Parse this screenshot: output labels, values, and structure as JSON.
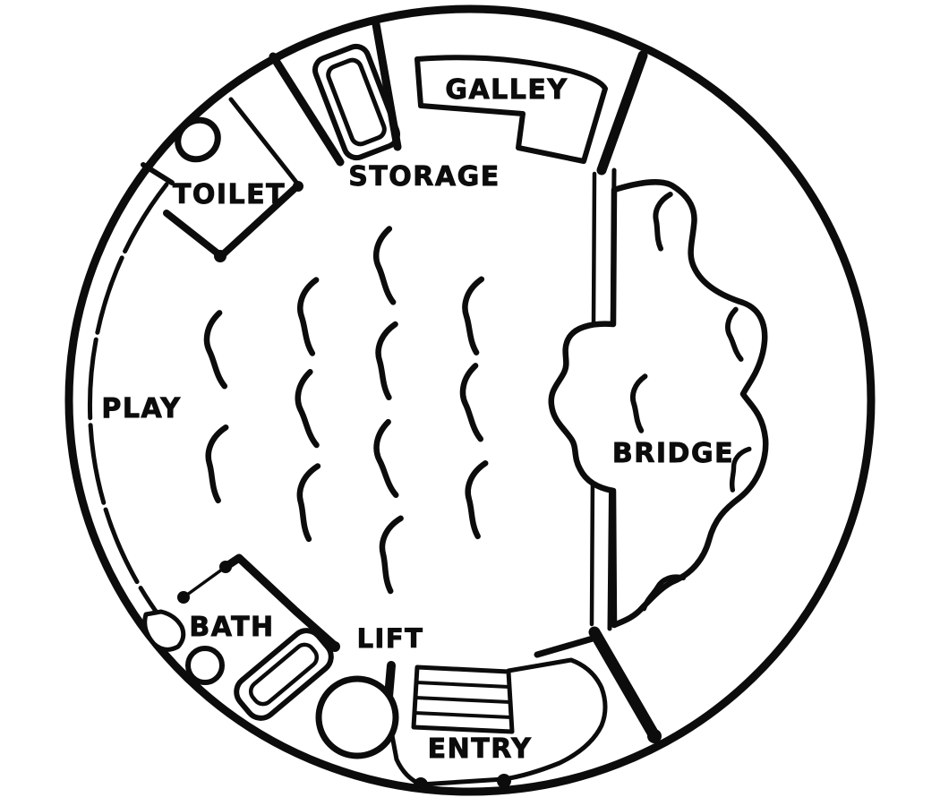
{
  "page": {
    "background": "#ffffff",
    "ink": "#0c0c0c"
  },
  "floor_plan": {
    "style": "hand-drawn black ink line drawing",
    "shape": "circular saucer deck plan with double outer rim",
    "labels": {
      "play": "PLAY",
      "toilet": "TOILET",
      "storage": "STORAGE",
      "galley": "GALLEY",
      "bridge": "BRIDGE",
      "bath": "BATH",
      "lift": "LIFT",
      "entry": "ENTRY"
    }
  }
}
